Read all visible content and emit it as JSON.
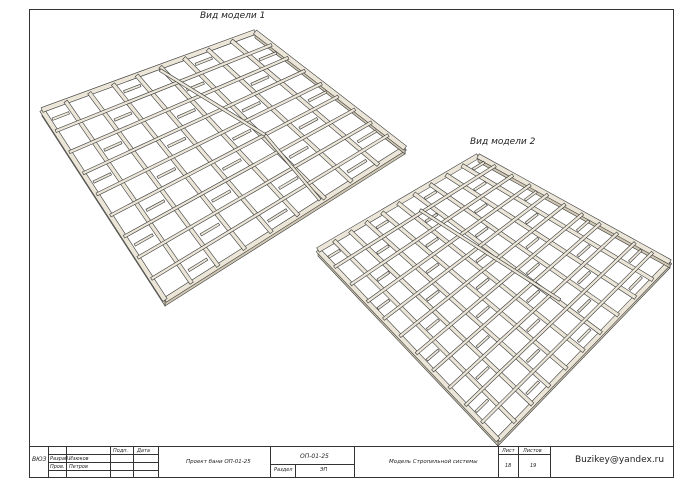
{
  "views": {
    "view1_label": "Вид модели 1",
    "view2_label": "Вид модели 2"
  },
  "title_block": {
    "sheet_code": "ВЮЗ",
    "col_sign": "Подп.",
    "col_date": "Дата",
    "row1_role": "Разраб.",
    "row1_name": "Изюков",
    "row2_role": "Пров.",
    "row2_name": "Петров",
    "project": "Проект бани ОП-01-25",
    "doc_code": "ОП-01-25",
    "section_label": "Раздел",
    "section_value": "ЭП",
    "description": "Модель Стропильной системы",
    "sheet_label": "Лист",
    "sheets_label": "Листов",
    "sheet_number": "18",
    "sheets_total": "19",
    "email": "Buzikey@yandex.ru"
  },
  "colors": {
    "wood": "#ebe6d8",
    "wood_dark": "#cfc7b2",
    "outline": "#3b3b3b"
  }
}
